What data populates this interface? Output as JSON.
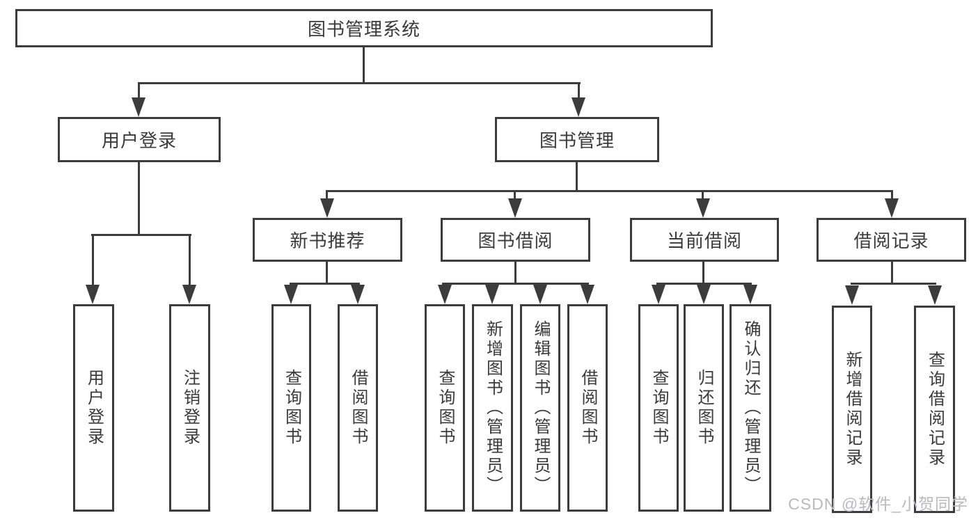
{
  "diagram": {
    "root": {
      "label": "图书管理系统",
      "children": [
        {
          "label": "用户登录",
          "children": [
            {
              "label": "用户登录"
            },
            {
              "label": "注销登录"
            }
          ]
        },
        {
          "label": "图书管理",
          "children": [
            {
              "label": "新书推荐",
              "children": [
                {
                  "label": "查询图书"
                },
                {
                  "label": "借阅图书"
                }
              ]
            },
            {
              "label": "图书借阅",
              "children": [
                {
                  "label": "查询图书"
                },
                {
                  "label": "新增图书（管理员）"
                },
                {
                  "label": "编辑图书（管理员）"
                },
                {
                  "label": "借阅图书"
                }
              ]
            },
            {
              "label": "当前借阅",
              "children": [
                {
                  "label": "查询图书"
                },
                {
                  "label": "归还图书"
                },
                {
                  "label": "确认归还（管理员）"
                }
              ]
            },
            {
              "label": "借阅记录",
              "children": [
                {
                  "label": "新增借阅记录"
                },
                {
                  "label": "查询借阅记录"
                }
              ]
            }
          ]
        }
      ]
    }
  },
  "watermark": "CSDN @软件_小贺同学",
  "colors": {
    "line": "#3c3c3c",
    "text": "#3a3a3a",
    "watermark": "#b9b9be",
    "background": "#ffffff"
  }
}
